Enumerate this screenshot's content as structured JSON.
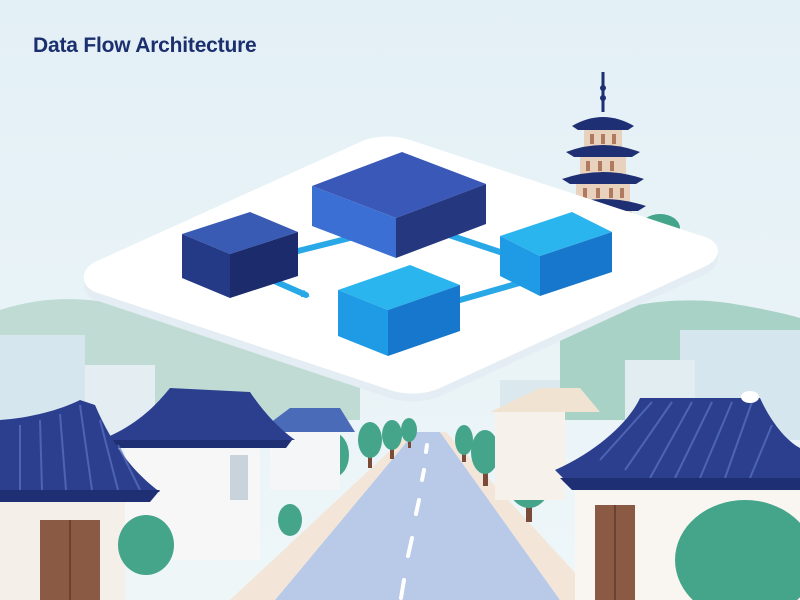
{
  "title": "Data Flow Architecture",
  "colors": {
    "sky": "#e6f2f7",
    "title": "#1b2f6e",
    "block_dark": "#243a86",
    "block_mid": "#3356c0",
    "block_light": "#1f9be6",
    "arrow": "#29a8e8",
    "platform": "#ffffff",
    "roof": "#2c3f8f",
    "tree": "#45a58a",
    "road": "#b9c9e8"
  },
  "diagram": {
    "nodes": [
      {
        "id": "node-1",
        "shade": "dark"
      },
      {
        "id": "node-2",
        "shade": "mid"
      },
      {
        "id": "node-3",
        "shade": "light"
      },
      {
        "id": "node-4",
        "shade": "light"
      }
    ],
    "edges": [
      {
        "from": "node-1",
        "to": "node-2"
      },
      {
        "from": "node-1",
        "to": "node-3"
      },
      {
        "from": "node-2",
        "to": "node-4"
      },
      {
        "from": "node-3",
        "to": "node-4"
      }
    ]
  },
  "scene": {
    "pagoda-icon": "pagoda",
    "hanok-icon": "traditional-house",
    "tree-icon": "tree",
    "road": "street"
  }
}
